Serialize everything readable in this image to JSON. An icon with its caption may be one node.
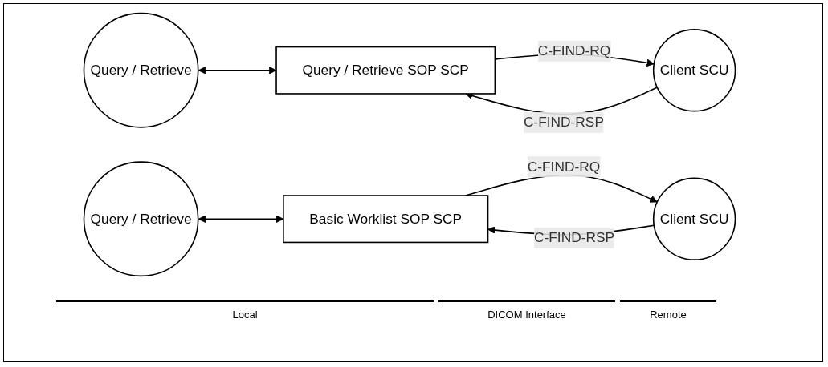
{
  "diagram": {
    "nodes": [
      {
        "text": [
          "Query / Retrieve"
        ]
      },
      {
        "text": [
          "Query / Retrieve SOP SCP"
        ]
      },
      {
        "text": [
          "Client SCU"
        ]
      },
      {
        "text": [
          "Query / Retrieve"
        ]
      },
      {
        "text": [
          "Basic Worklist SOP SCP"
        ]
      },
      {
        "text": [
          "Client SCU"
        ]
      }
    ],
    "edges": [
      {
        "from": 0,
        "to": 1,
        "arrow": "both"
      },
      {
        "from": 1,
        "to": 2,
        "label": "C-FIND-RQ",
        "arrow": "to"
      },
      {
        "from": 2,
        "to": 1,
        "label": "C-FIND-RSP",
        "arrow": "to"
      },
      {
        "from": 3,
        "to": 4,
        "arrow": "both"
      },
      {
        "from": 4,
        "to": 5,
        "label": "C-FIND-RQ",
        "arrow": "to"
      },
      {
        "from": 5,
        "to": 4,
        "label": "C-FIND-RSP",
        "arrow": "to"
      }
    ],
    "labels": [
      "Local",
      "DICOM Interface",
      "Remote"
    ]
  }
}
